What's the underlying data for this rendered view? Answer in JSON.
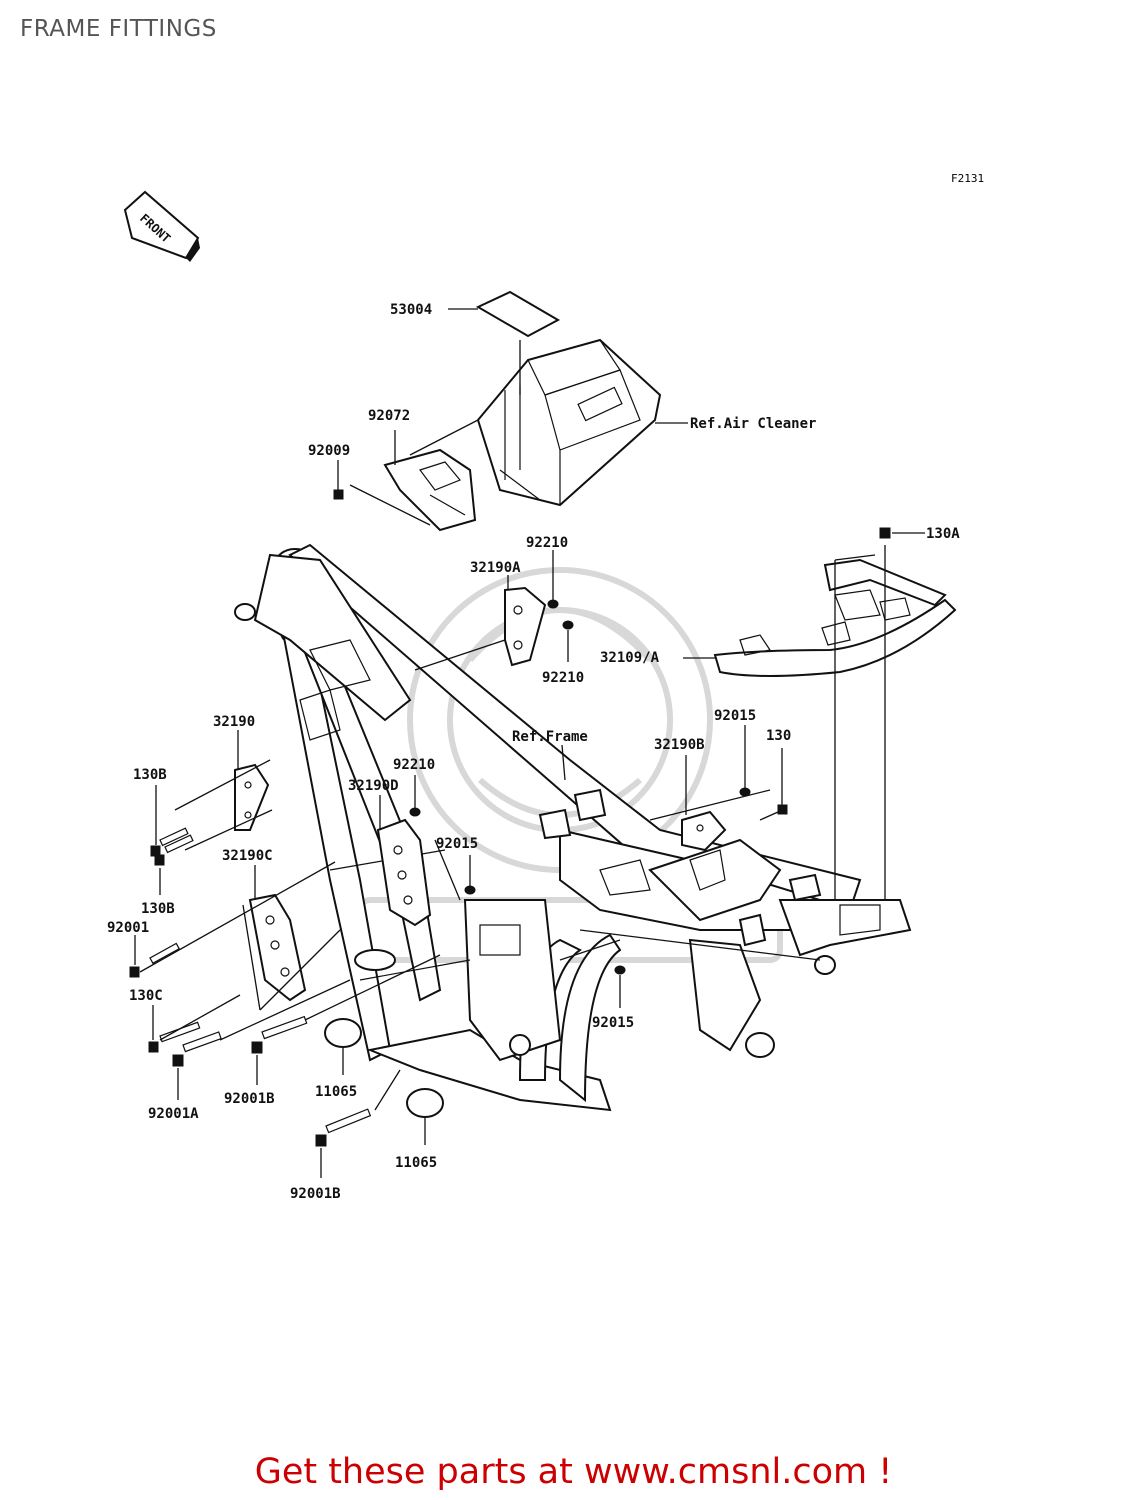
{
  "title": "FRAME FITTINGS",
  "diagram_code": "F2131",
  "front_label": "FRONT",
  "footer": "Get these parts at www.cmsnl.com !",
  "references": {
    "air_cleaner": "Ref.Air Cleaner",
    "frame": "Ref.Frame"
  },
  "part_labels": {
    "p53004": "53004",
    "p92072": "92072",
    "p92009": "92009",
    "p92210_top": "92210",
    "p32190A": "32190A",
    "p92210_mid": "92210",
    "p130A": "130A",
    "p32109A": "32109/A",
    "p32190": "32190",
    "p130B_top": "130B",
    "p92210_low": "92210",
    "p32190D": "32190D",
    "p92015_top": "92015",
    "p130": "130",
    "p32190B": "32190B",
    "p92015_mid": "92015",
    "p32190C": "32190C",
    "p130B_low": "130B",
    "p92001": "92001",
    "p130C": "130C",
    "p92015_low": "92015",
    "p92001A": "92001A",
    "p92001B_mid": "92001B",
    "p11065_mid": "11065",
    "p11065_low": "11065",
    "p92001B_low": "92001B"
  }
}
